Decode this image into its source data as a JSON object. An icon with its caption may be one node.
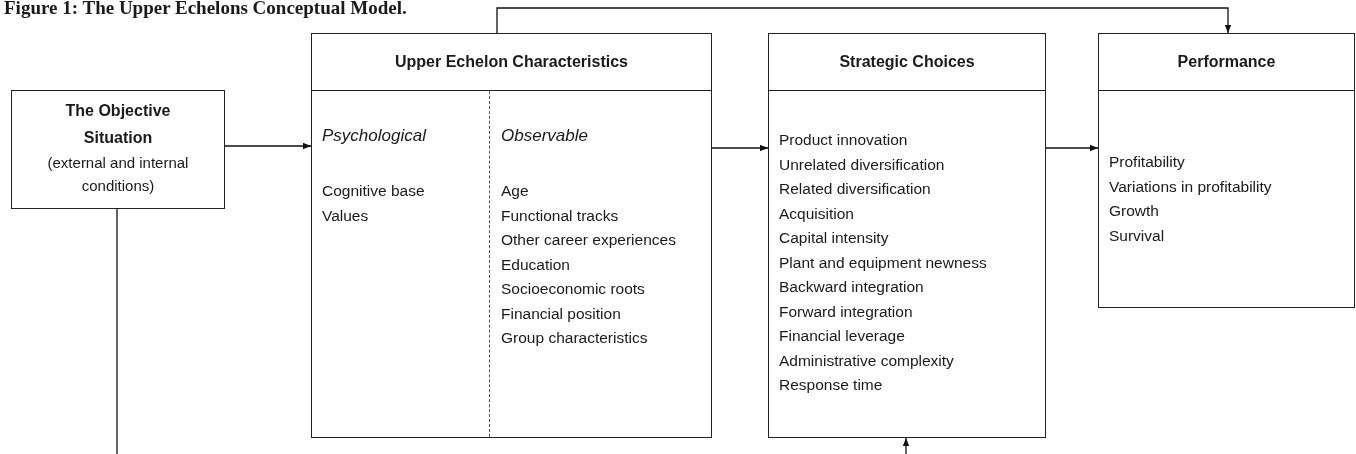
{
  "diagram": {
    "title": "Figure 1: The Upper Echelons Conceptual Model.",
    "nodes": [
      {
        "text": [
          "The Objective Situation",
          "(external and internal conditions)"
        ]
      },
      {
        "text": [
          "Upper Echelon Characteristics",
          "Psychological",
          "Cognitive base",
          "Values",
          "Observable",
          "Age",
          "Functional tracks",
          "Other career experiences",
          "Education",
          "Socioeconomic roots",
          "Financial position",
          "Group characteristics"
        ]
      },
      {
        "text": [
          "Strategic Choices",
          "Product innovation",
          "Unrelated diversification",
          "Related diversification",
          "Acquisition",
          "Capital intensity",
          "Plant and equipment newness",
          "Backward integration",
          "Forward integration",
          "Financial leverage",
          "Administrative complexity",
          "Response time"
        ]
      },
      {
        "text": [
          "Performance",
          "Profitability",
          "Variations in profitability",
          "Growth",
          "Survival"
        ]
      }
    ],
    "edges": [
      {
        "from": 0,
        "to": 1,
        "arrow": "to"
      },
      {
        "from": 1,
        "to": 2,
        "arrow": "to"
      },
      {
        "from": 2,
        "to": 3,
        "arrow": "to"
      },
      {
        "from": 1,
        "to": 3,
        "arrow": "to"
      },
      {
        "from": 0,
        "to": null,
        "arrow": "none"
      },
      {
        "from": null,
        "to": 2,
        "arrow": "to"
      }
    ]
  }
}
